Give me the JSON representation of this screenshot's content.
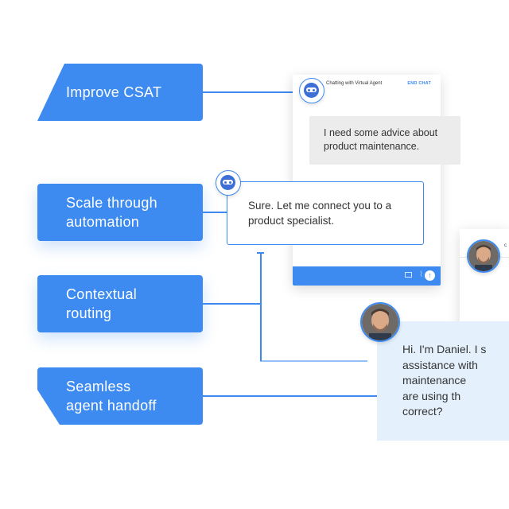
{
  "features": [
    {
      "label": "Improve CSAT"
    },
    {
      "label": "Scale through\nautomation"
    },
    {
      "label": "Contextual\nrouting"
    },
    {
      "label": "Seamless\nagent handoff"
    }
  ],
  "virtual_chat": {
    "title": "Chatting with Virtual Agent",
    "end_chat": "END CHAT",
    "user_message": "I need some advice about product maintenance.",
    "bot_message": "Sure. Let me connect you to a product specialist."
  },
  "agent_chat": {
    "header_initial": "c",
    "message_lines": [
      "Hi. I'm Daniel. I s",
      "assistance with",
      "maintenance",
      "are using th",
      "correct?"
    ]
  },
  "colors": {
    "accent": "#3d8af0",
    "agent_bubble": "#e4f1fc",
    "user_bubble": "#ececec"
  },
  "icons": [
    "robot-avatar-icon",
    "mail-icon",
    "paperclip-icon",
    "upload-arrow-icon",
    "person-avatar"
  ]
}
